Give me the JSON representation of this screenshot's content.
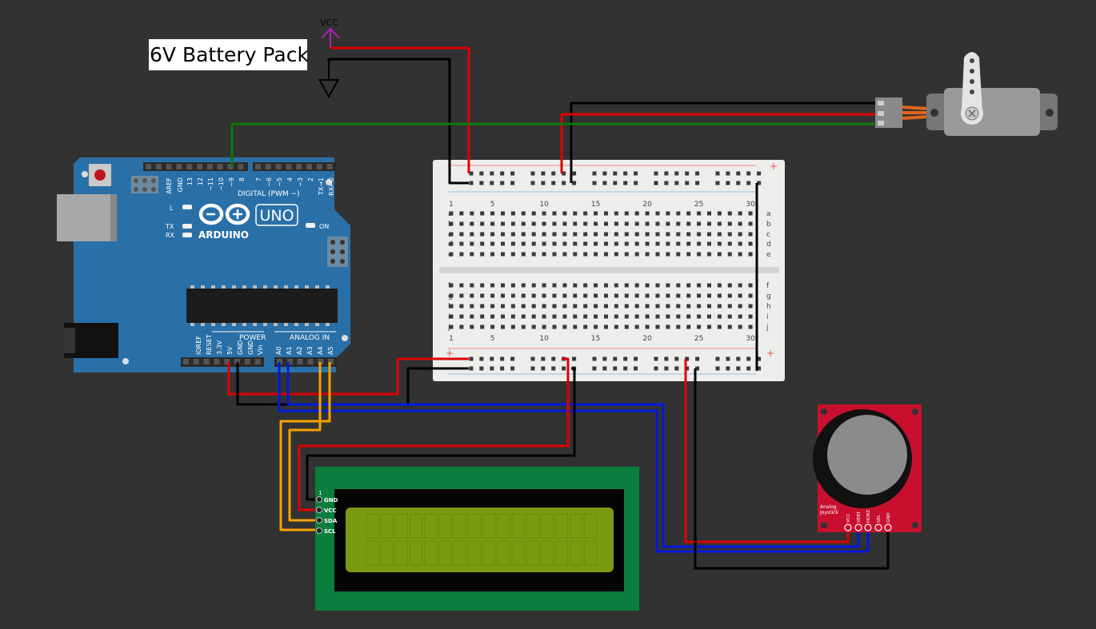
{
  "battery": {
    "label": "6V Battery Pack",
    "vcc_label": "VCC"
  },
  "arduino": {
    "brand": "ARDUINO",
    "model": "UNO",
    "digital_header_label": "DIGITAL (PWM ~)",
    "digital_pins": [
      "AREF",
      "GND",
      "13",
      "12",
      "~11",
      "~10",
      "~9",
      "8",
      "7",
      "~6",
      "~5",
      "4",
      "~3",
      "2",
      "TX→1",
      "RX←0"
    ],
    "power_header_label": "POWER",
    "power_pins": [
      "IOREF",
      "RESET",
      "3.3V",
      "5V",
      "GND",
      "GND",
      "Vin"
    ],
    "analog_header_label": "ANALOG IN",
    "analog_pins": [
      "A0",
      "A1",
      "A2",
      "A3",
      "A4",
      "A5"
    ],
    "leds": {
      "l": "L",
      "tx": "TX",
      "rx": "RX",
      "on": "ON"
    }
  },
  "breadboard": {
    "column_numbers": [
      "1",
      "5",
      "10",
      "15",
      "20",
      "25",
      "30"
    ],
    "rows_top": [
      "a",
      "b",
      "c",
      "d",
      "e"
    ],
    "rows_bottom": [
      "f",
      "g",
      "h",
      "i",
      "j"
    ],
    "plus": "+",
    "minus": "−"
  },
  "lcd": {
    "pin1_label": "1",
    "pins": [
      "GND",
      "VCC",
      "SDA",
      "SCL"
    ],
    "colors": {
      "board": "#0b7e3d",
      "screen": "#7a9b10"
    }
  },
  "joystick": {
    "label_line1": "Analog",
    "label_line2": "Joystick",
    "pins": [
      "VCC",
      "VERT",
      "HORZ",
      "SEL",
      "GND"
    ]
  },
  "wire_colors": {
    "power": "#e00000",
    "ground": "#000000",
    "signal": "#0a7a0a",
    "analog": "#0018e0",
    "i2c": "#f5a300"
  }
}
